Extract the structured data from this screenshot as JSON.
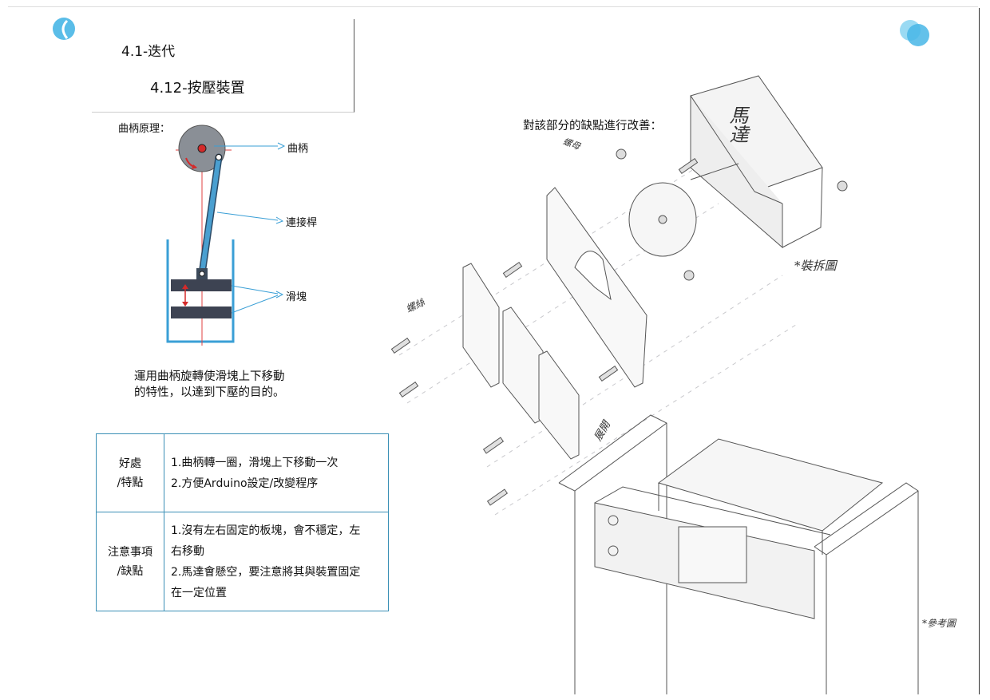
{
  "header": {
    "section": "4.1-迭代",
    "subsection": "4.12-按壓裝置"
  },
  "crank": {
    "principle_label": "曲柄原理：",
    "labels": [
      "曲柄",
      "連接桿",
      "滑塊"
    ],
    "description": "運用曲柄旋轉使滑塊上下移動的特性，以達到下壓的目的。"
  },
  "table": {
    "rows": [
      {
        "key_lines": [
          "好處",
          "/特點"
        ],
        "value_lines": [
          "1.曲柄轉一圈，滑塊上下移動一次",
          "2.方便Arduino設定/改變程序"
        ]
      },
      {
        "key_lines": [
          "注意事項",
          "/缺點"
        ],
        "value_lines": [
          "1.沒有左右固定的板塊，會不穩定，左",
          "右移動",
          "2.馬達會懸空，要注意將其與裝置固定",
          "在一定位置"
        ]
      }
    ]
  },
  "exploded": {
    "heading": "對該部分的缺點進行改善：",
    "motor_text": "馬達",
    "notes": [
      "螺母",
      "螺絲",
      "*裝拆圖",
      "展開",
      "*參考圖"
    ]
  },
  "colors": {
    "accent": "#3a8fb5",
    "crank_rod": "#4a9fd0",
    "marker_red": "#d42a2a"
  }
}
